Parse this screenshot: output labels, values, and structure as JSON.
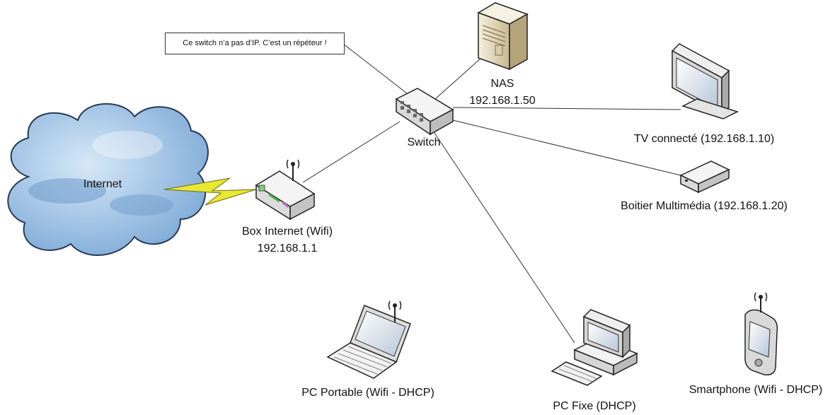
{
  "note": "Ce switch n’a pas d’IP. C’est un répéteur !",
  "nodes": {
    "internet": {
      "label": "Internet"
    },
    "box": {
      "label": "Box Internet (Wifi)",
      "ip": "192.168.1.1"
    },
    "switch": {
      "label": "Switch"
    },
    "nas": {
      "label": "NAS",
      "ip": "192.168.1.50"
    },
    "tv": {
      "label": "TV connecté (192.168.1.10)"
    },
    "media": {
      "label": "Boitier Multimédia (192.168.1.20)"
    },
    "laptop": {
      "label": "PC Portable (Wifi - DHCP)"
    },
    "pc": {
      "label": "PC Fixe (DHCP)"
    },
    "phone": {
      "label": "Smartphone (Wifi - DHCP)"
    }
  },
  "colors": {
    "cloud": "#9ec5e8",
    "lightning": "#e8e832",
    "device": "#e8e8e8",
    "nas_body": "#eadfc4",
    "link": "#333333"
  }
}
